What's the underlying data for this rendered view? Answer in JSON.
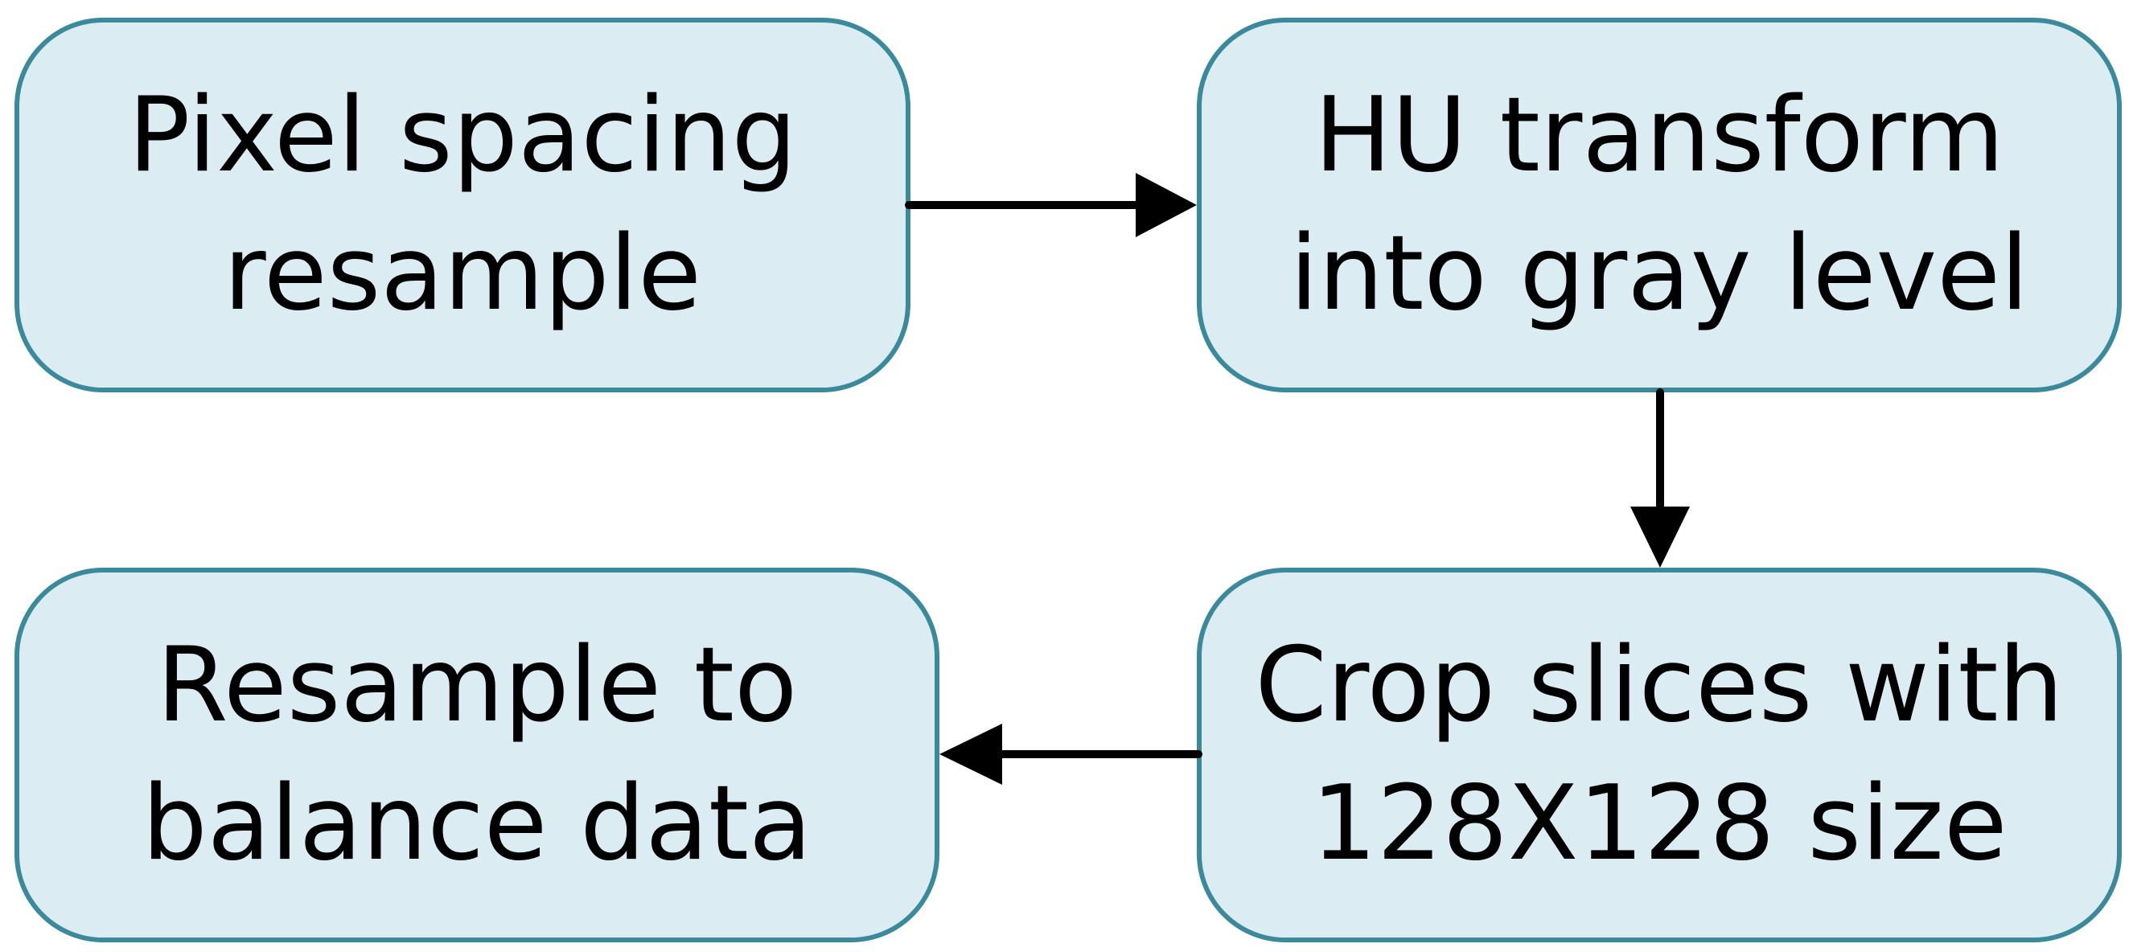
{
  "diagram": {
    "nodes": [
      {
        "id": "pixel-spacing",
        "lines": [
          "Pixel spacing",
          "resample"
        ]
      },
      {
        "id": "hu-transform",
        "lines": [
          "HU transform",
          "into gray level"
        ]
      },
      {
        "id": "crop-slices",
        "lines": [
          "Crop slices with",
          "128X128 size"
        ]
      },
      {
        "id": "resample-balance",
        "lines": [
          "Resample to",
          "balance data"
        ]
      }
    ],
    "edges": [
      {
        "from": "pixel-spacing",
        "to": "hu-transform"
      },
      {
        "from": "hu-transform",
        "to": "crop-slices"
      },
      {
        "from": "crop-slices",
        "to": "resample-balance"
      }
    ],
    "colors": {
      "node_fill": "#dbedf3",
      "node_border": "#3a8a9b",
      "text": "#000000",
      "arrow": "#000000"
    }
  }
}
